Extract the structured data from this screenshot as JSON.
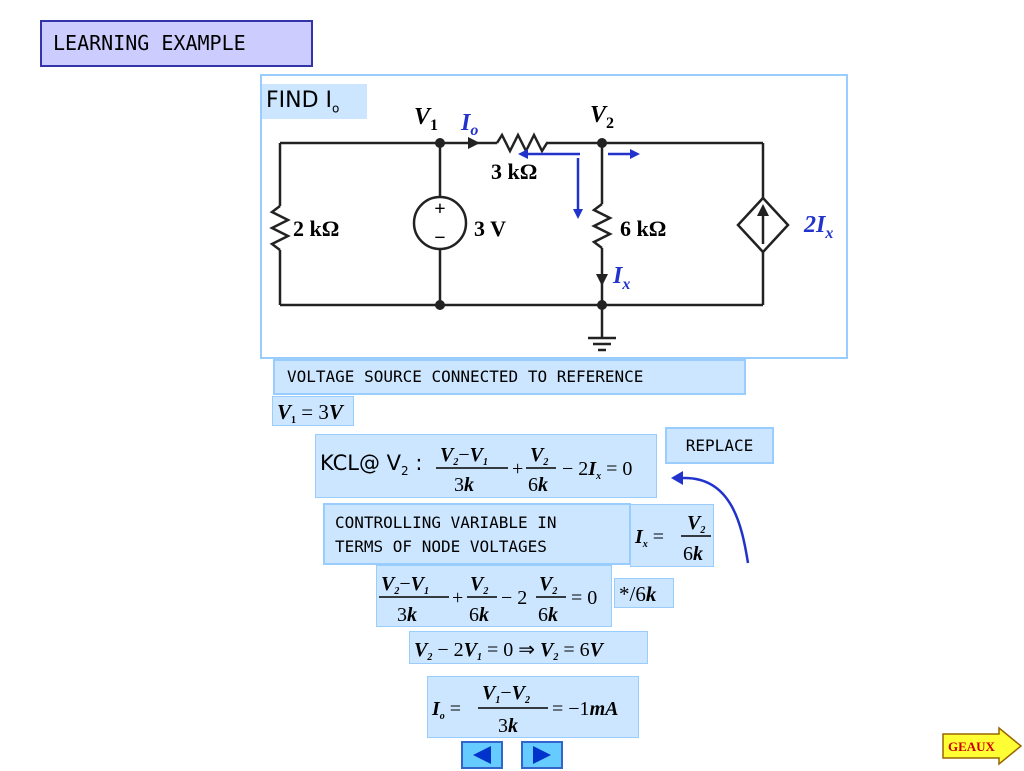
{
  "header": {
    "title": "LEARNING EXAMPLE"
  },
  "find": {
    "label": "FIND  I",
    "sub": "o"
  },
  "circuit": {
    "node1": "V",
    "node1_sub": "1",
    "node2": "V",
    "node2_sub": "2",
    "io_label": "I",
    "io_sub": "o",
    "r_top": "3 kΩ",
    "r_left": "2 kΩ",
    "source_v": "3 V",
    "r_mid": "6 kΩ",
    "ix_label": "I",
    "ix_sub": "x",
    "dep_source": "2I",
    "dep_sub": "x",
    "plus": "+",
    "minus": "−"
  },
  "notes": {
    "vs_ref": "VOLTAGE SOURCE CONNECTED TO REFERENCE",
    "replace": "REPLACE",
    "controlling_line1": "CONTROLLING VARIABLE IN",
    "controlling_line2": "TERMS OF NODE VOLTAGES"
  },
  "equations": {
    "v1": "V₁ = 3V",
    "kcl_prefix": "KCL@ V",
    "kcl_prefix_sub": "2",
    "kcl_colon": " :",
    "ix_def": "Iₓ = V₂ / 6k",
    "scale": "*/6k",
    "result_v2": "V₂ − 2V₁ = 0 ⇒ V₂ = 6V",
    "result_io": "Iₒ = (V₁ − V₂)/3k = −1mA"
  },
  "nav": {
    "prev": "previous-slide",
    "next": "next-slide",
    "geaux": "GEAUX"
  },
  "colors": {
    "accent": "#3333aa",
    "panel_border": "#99ccff",
    "box_fill": "#cce6ff",
    "arrow_blue": "#2233cc"
  }
}
